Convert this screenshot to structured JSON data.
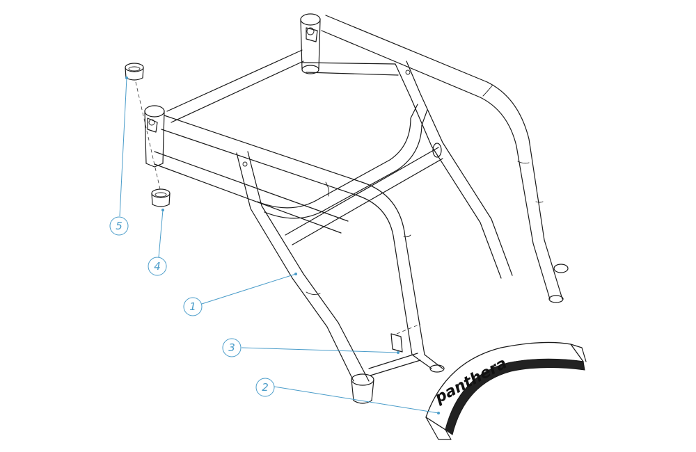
{
  "diagram": {
    "callouts": [
      {
        "id": "callout-1",
        "number": "1"
      },
      {
        "id": "callout-2",
        "number": "2"
      },
      {
        "id": "callout-3",
        "number": "3"
      },
      {
        "id": "callout-4",
        "number": "4"
      },
      {
        "id": "callout-5",
        "number": "5"
      }
    ],
    "strap_brand": "panthera",
    "colors": {
      "leader": "#4a9cc9",
      "linework": "#1a1a1a"
    }
  }
}
